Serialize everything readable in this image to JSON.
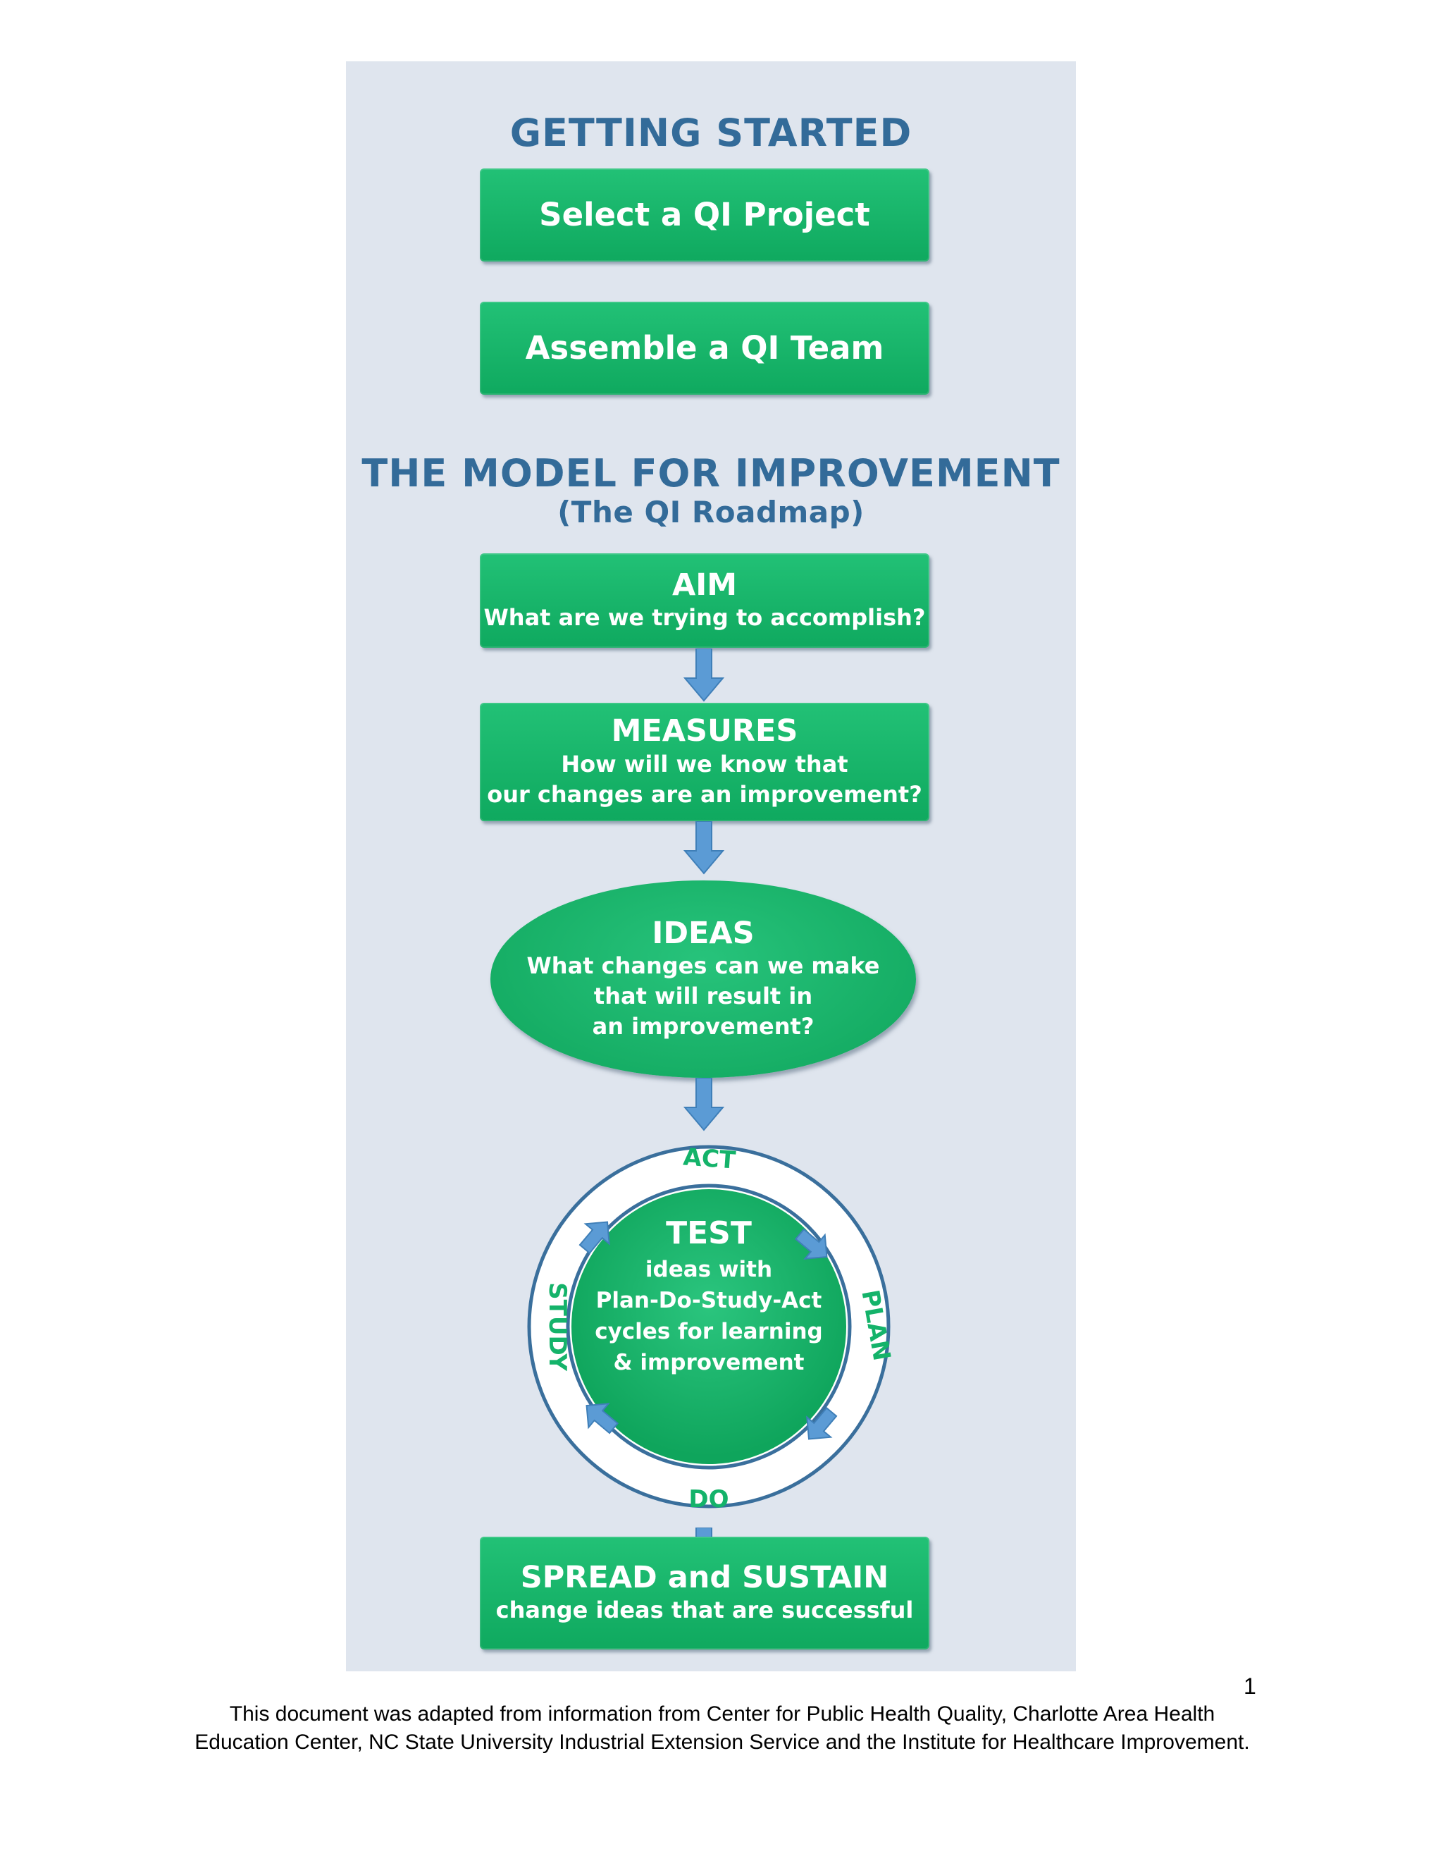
{
  "getting_started": {
    "heading": "GETTING STARTED",
    "steps": [
      "Select a QI Project",
      "Assemble a QI Team"
    ]
  },
  "model": {
    "heading": "THE MODEL FOR IMPROVEMENT",
    "subheading": "(The QI Roadmap)"
  },
  "aim": {
    "title": "AIM",
    "text": "What are we trying to accomplish?"
  },
  "measures": {
    "title": "MEASURES",
    "line1": "How will we know that",
    "line2": "our changes are an improvement?"
  },
  "ideas": {
    "title": "IDEAS",
    "line1": "What changes can we make",
    "line2": "that will result in",
    "line3": "an improvement?"
  },
  "cycle": {
    "act": "ACT",
    "plan": "PLAN",
    "do": "DO",
    "study": "STUDY",
    "center_title": "TEST",
    "center_lines": [
      "ideas with",
      "Plan-Do-Study-Act",
      "cycles for learning",
      "& improvement"
    ]
  },
  "spread": {
    "title": "SPREAD and SUSTAIN",
    "text": "change ideas that are successful"
  },
  "page_number": "1",
  "footer": {
    "line1": "This document was adapted from information from Center for Public Health Quality, Charlotte Area Health",
    "line2": "Education Center, NC State University Industrial Extension Service and the Institute for Healthcare Improvement."
  },
  "colors": {
    "green": "#14b36a",
    "heading_blue": "#336b99",
    "arrow_blue": "#5b9bd5",
    "panel": "#dfe5ee"
  }
}
